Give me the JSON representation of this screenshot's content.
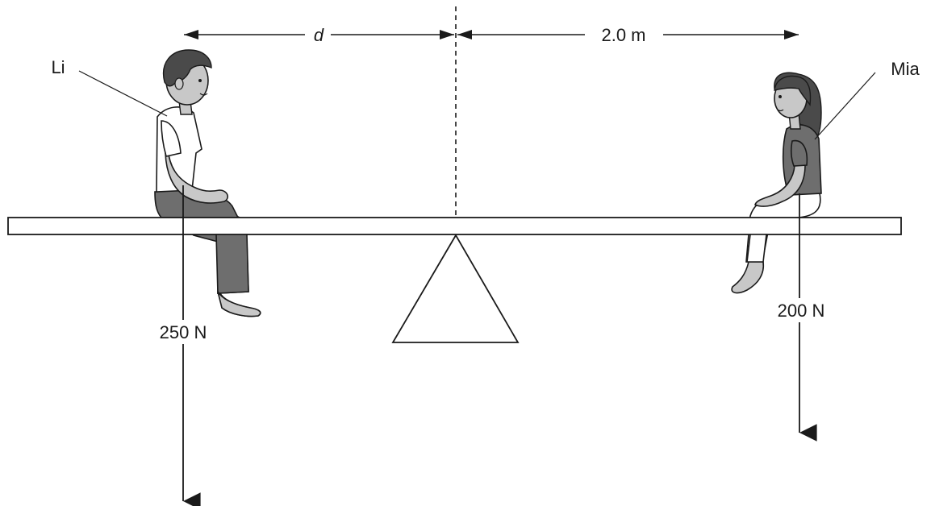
{
  "labels": {
    "left_person": "Li",
    "right_person": "Mia",
    "left_distance": "d",
    "right_distance": "2.0 m",
    "left_force": "250 N",
    "right_force": "200 N"
  },
  "colors": {
    "ink": "#1a1a1a",
    "skin": "#c8c8c8",
    "hair": "#4a4a4a",
    "clothing_dark": "#6e6e6e",
    "clothing_light": "#ffffff"
  }
}
